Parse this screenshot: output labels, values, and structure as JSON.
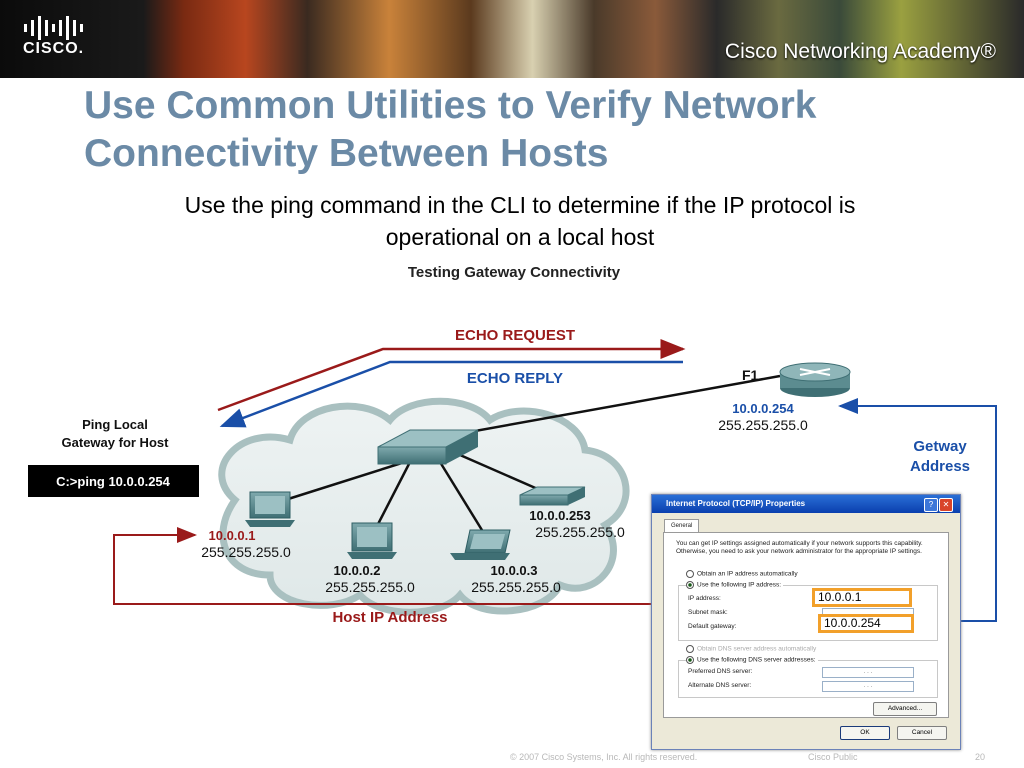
{
  "header": {
    "brand": "CISCO.",
    "academy": "Cisco Networking Academy®"
  },
  "slide": {
    "title_line1": "Use Common Utilities to Verify Network",
    "title_line2": "Connectivity Between Hosts",
    "subtitle_line1": "Use the ping command in the CLI to determine if the IP protocol is",
    "subtitle_line2": "operational on a local host"
  },
  "figure": {
    "title": "Testing Gateway Connectivity",
    "echo_request": "ECHO REQUEST",
    "echo_reply": "ECHO REPLY",
    "router_name": "F1",
    "router_ip": "10.0.0.254",
    "router_mask": "255.255.255.0",
    "ping_label_line1": "Ping Local",
    "ping_label_line2": "Gateway for Host",
    "ping_command": "C:>ping 10.0.0.254",
    "gateway_label_line1": "Getway",
    "gateway_label_line2": "Address",
    "host_ip_label": "Host IP Address",
    "hosts": [
      {
        "ip": "10.0.0.1",
        "mask": "255.255.255.0"
      },
      {
        "ip": "10.0.0.2",
        "mask": "255.255.255.0"
      },
      {
        "ip": "10.0.0.3",
        "mask": "255.255.255.0"
      },
      {
        "ip": "10.0.0.253",
        "mask": "255.255.255.0"
      }
    ],
    "colors": {
      "request": "#9a1a1a",
      "reply": "#1a4fa8",
      "title": "#6b8aa6",
      "highlight": "#f2a02a"
    }
  },
  "dialog": {
    "title": "Internet Protocol (TCP/IP) Properties",
    "help": "?",
    "close": "✕",
    "tab": "General",
    "description": "You can get IP settings assigned automatically if your network supports this capability. Otherwise, you need to ask your network administrator for the appropriate IP settings.",
    "opt_auto_ip": "Obtain an IP address automatically",
    "opt_manual_ip": "Use the following IP address:",
    "ip_label": "IP address:",
    "mask_label": "Subnet mask:",
    "gateway_label": "Default gateway:",
    "ip_value": "10.0.0.1",
    "gateway_value": "10.0.0.254",
    "opt_auto_dns": "Obtain DNS server address automatically",
    "opt_manual_dns": "Use the following DNS server addresses:",
    "pref_dns_label": "Preferred DNS server:",
    "alt_dns_label": "Alternate DNS server:",
    "empty_ip": ". . .",
    "advanced": "Advanced...",
    "ok": "OK",
    "cancel": "Cancel"
  },
  "footer": {
    "copyright": "© 2007 Cisco Systems, Inc. All rights reserved.",
    "classification": "Cisco Public",
    "page": "20"
  }
}
